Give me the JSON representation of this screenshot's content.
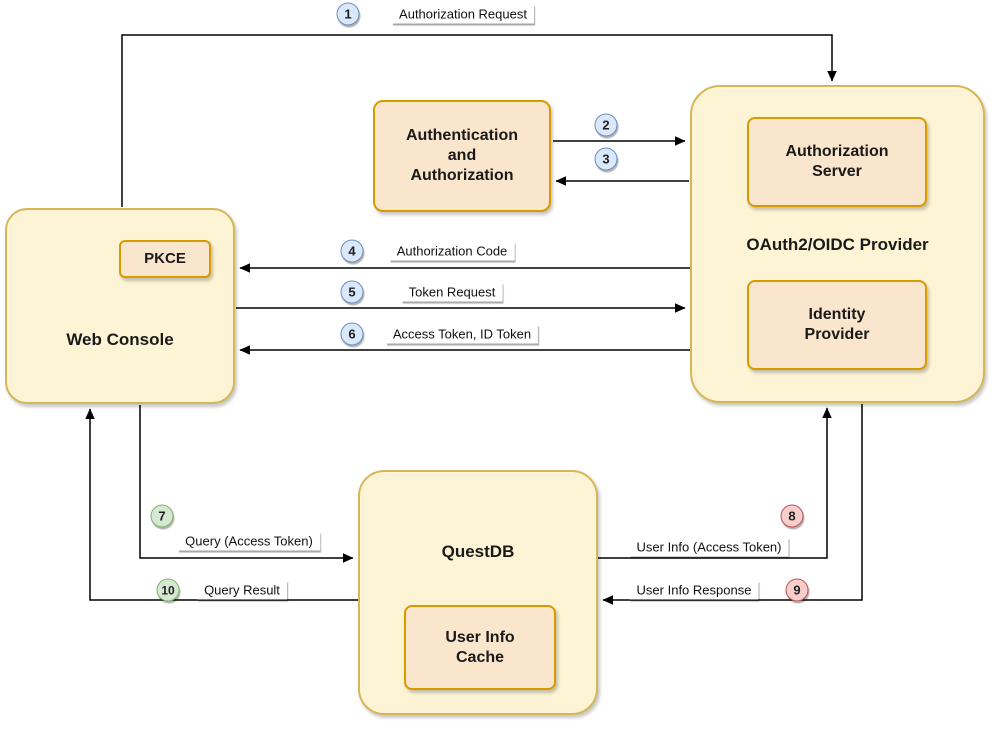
{
  "nodes": {
    "web_console": {
      "label": "Web Console",
      "pkce": "PKCE"
    },
    "auth_flow": {
      "label": "Authentication and Authorization"
    },
    "provider": {
      "label": "OAuth2/OIDC Provider",
      "auth_server": "Authorization Server",
      "identity": "Identity Provider"
    },
    "questdb": {
      "label": "QuestDB",
      "cache": "User Info Cache"
    }
  },
  "steps": [
    {
      "num": "1",
      "label": "Authorization Request",
      "color": "blue"
    },
    {
      "num": "2",
      "label": "",
      "color": "blue"
    },
    {
      "num": "3",
      "label": "",
      "color": "blue"
    },
    {
      "num": "4",
      "label": "Authorization Code",
      "color": "blue"
    },
    {
      "num": "5",
      "label": "Token Request",
      "color": "blue"
    },
    {
      "num": "6",
      "label": "Access Token, ID Token",
      "color": "blue"
    },
    {
      "num": "7",
      "label": "Query (Access Token)",
      "color": "green"
    },
    {
      "num": "8",
      "label": "User Info (Access Token)",
      "color": "red"
    },
    {
      "num": "9",
      "label": "User Info Response",
      "color": "red"
    },
    {
      "num": "10",
      "label": "Query Result",
      "color": "green"
    }
  ],
  "colors": {
    "node_fill": "#fdf4d5",
    "node_border": "#d6b656",
    "subnode_fill": "#fae5cd",
    "subnode_border": "#d79b00",
    "badge_blue_fill": "#dae8fc",
    "badge_blue_border": "#6c8ebf",
    "badge_green_fill": "#d5e8d4",
    "badge_green_border": "#82b366",
    "badge_red_fill": "#f8cecc",
    "badge_red_border": "#b85450",
    "arrow": "#000000"
  }
}
